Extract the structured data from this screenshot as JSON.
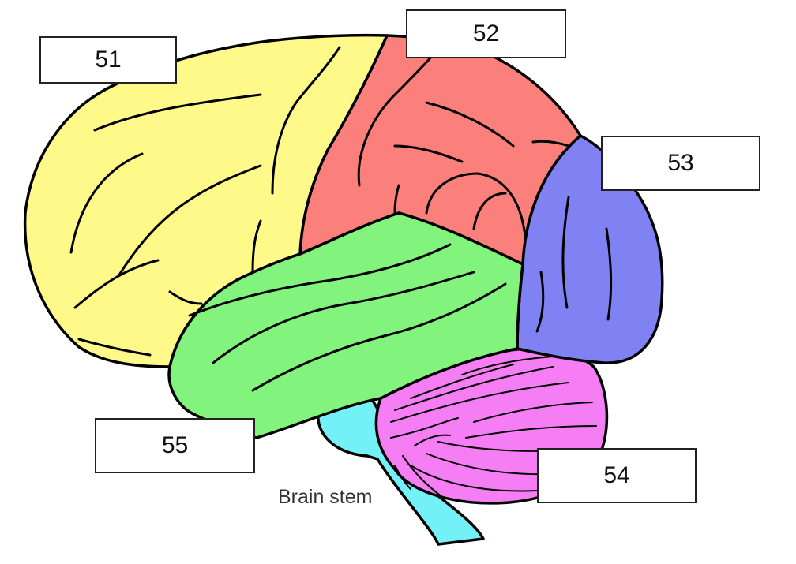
{
  "labels": {
    "label_51": "51",
    "label_52": "52",
    "label_53": "53",
    "label_54": "54",
    "label_55": "55",
    "brain_stem": "Brain stem"
  },
  "colors": {
    "frontal": "#fff98a",
    "parietal": "#fb7f7b",
    "occipital": "#8082f4",
    "temporal": "#82f47e",
    "cerebellum": "#f57ef5",
    "brainstem": "#74f1f6",
    "outline": "#000000",
    "background": "#ffffff"
  }
}
